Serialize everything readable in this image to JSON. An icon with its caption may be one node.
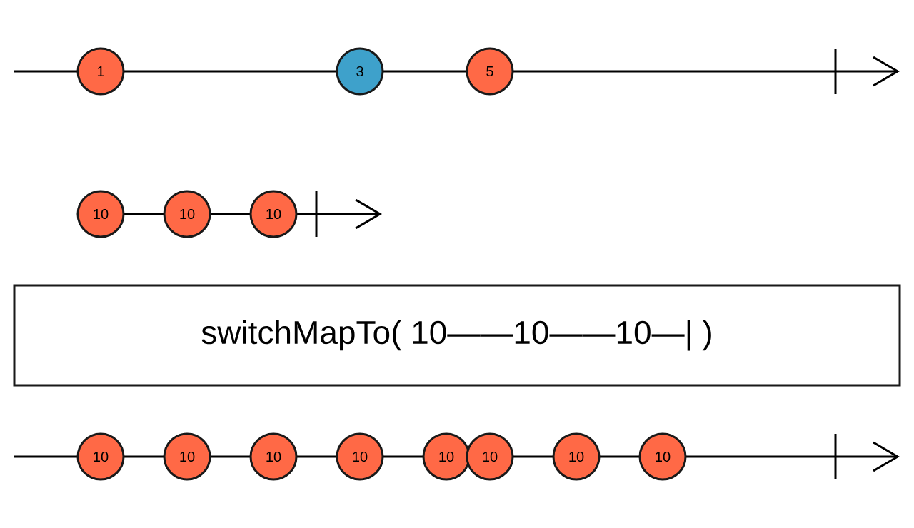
{
  "diagram": {
    "nodes": [
      {
        "text": [
          "1"
        ]
      },
      {
        "text": [
          "3"
        ]
      },
      {
        "text": [
          "5"
        ]
      },
      {
        "text": [
          "10"
        ]
      },
      {
        "text": [
          "10"
        ]
      },
      {
        "text": [
          "10"
        ]
      },
      {
        "text": [
          "switchMapTo( 10——10——10—| )"
        ]
      },
      {
        "text": [
          "10"
        ]
      },
      {
        "text": [
          "10"
        ]
      },
      {
        "text": [
          "10"
        ]
      },
      {
        "text": [
          "10"
        ]
      },
      {
        "text": [
          "10"
        ]
      },
      {
        "text": [
          "10"
        ]
      },
      {
        "text": [
          "10"
        ]
      },
      {
        "text": [
          "10"
        ]
      }
    ]
  }
}
